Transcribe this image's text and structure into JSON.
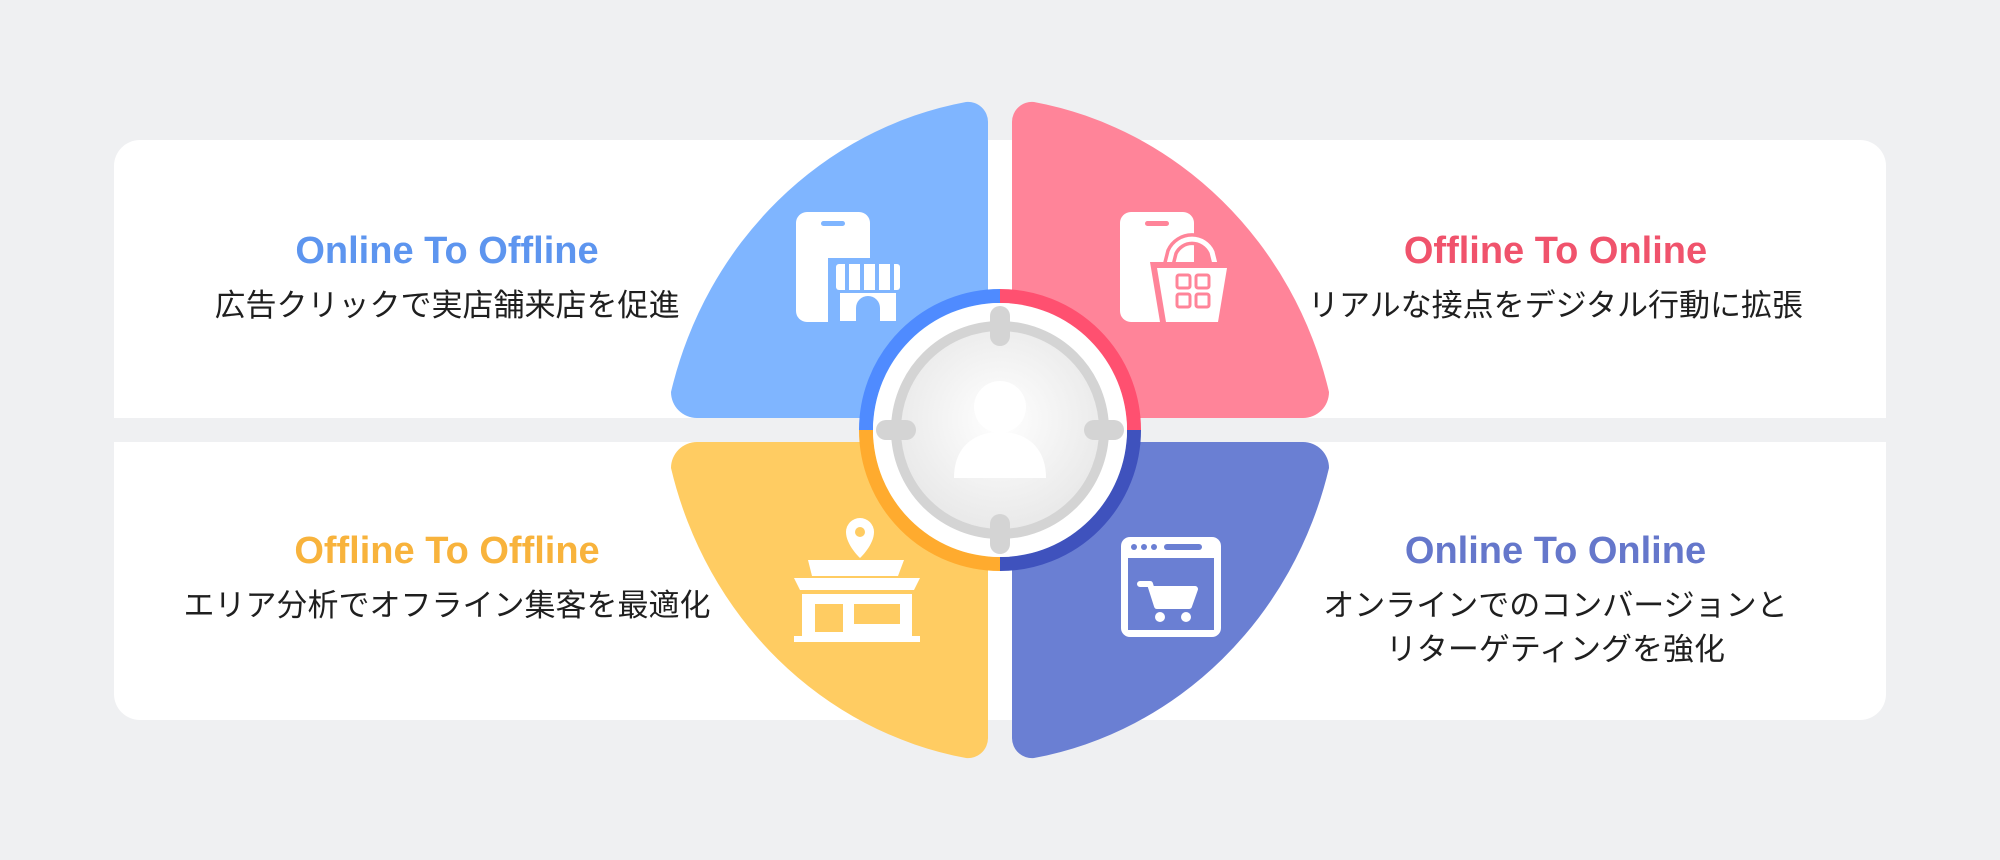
{
  "quadrants": {
    "top_left": {
      "title": "Online To Offline",
      "description": "広告クリックで実店舗来店を促進",
      "color": "#7fb5ff",
      "title_color": "#5d95ef",
      "icon": "phone-storefront-icon"
    },
    "top_right": {
      "title": "Offline To Online",
      "description": "リアルな接点をデジタル行動に拡張",
      "color": "#ff8499",
      "title_color": "#f0536c",
      "icon": "phone-shopping-basket-icon"
    },
    "bottom_left": {
      "title": "Offline To Offline",
      "description": "エリア分析でオフライン集客を最適化",
      "color": "#ffcc62",
      "title_color": "#f8b33c",
      "icon": "store-location-pin-icon"
    },
    "bottom_right": {
      "title": "Online To Online",
      "description_line1": "オンラインでのコンバージョンと",
      "description_line2": "リターゲティングを強化",
      "color": "#6a7fd3",
      "title_color": "#6577cb",
      "icon": "browser-cart-icon"
    }
  },
  "center": {
    "icon": "user-target-icon",
    "ring_colors": [
      "#4f8bff",
      "#ff5070",
      "#ffab2e",
      "#3f52bd"
    ]
  },
  "background": "#eff0f2"
}
